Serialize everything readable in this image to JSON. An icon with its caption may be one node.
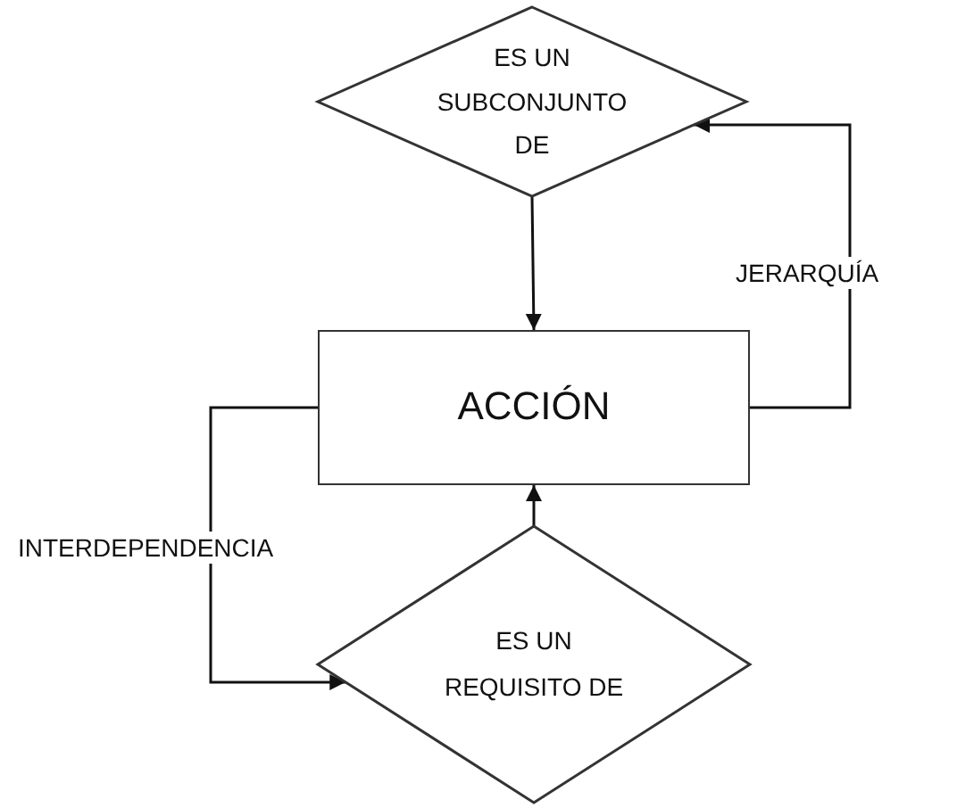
{
  "diagram": {
    "nodes": [
      {
        "text": [
          "ES UN SUBCONJUNTO DE"
        ]
      },
      {
        "text": [
          "ACCIÓN"
        ]
      },
      {
        "text": [
          "ES UN REQUISITO DE"
        ]
      }
    ],
    "edges": [
      {
        "from": 0,
        "to": 1,
        "arrow": "to"
      },
      {
        "from": 1,
        "to": 0,
        "arrow": "to",
        "label": "JERARQUÍA"
      },
      {
        "from": 2,
        "to": 1,
        "arrow": "to"
      },
      {
        "from": 1,
        "to": 2,
        "arrow": "to",
        "label": "INTERDEPENDENCIA"
      }
    ]
  }
}
